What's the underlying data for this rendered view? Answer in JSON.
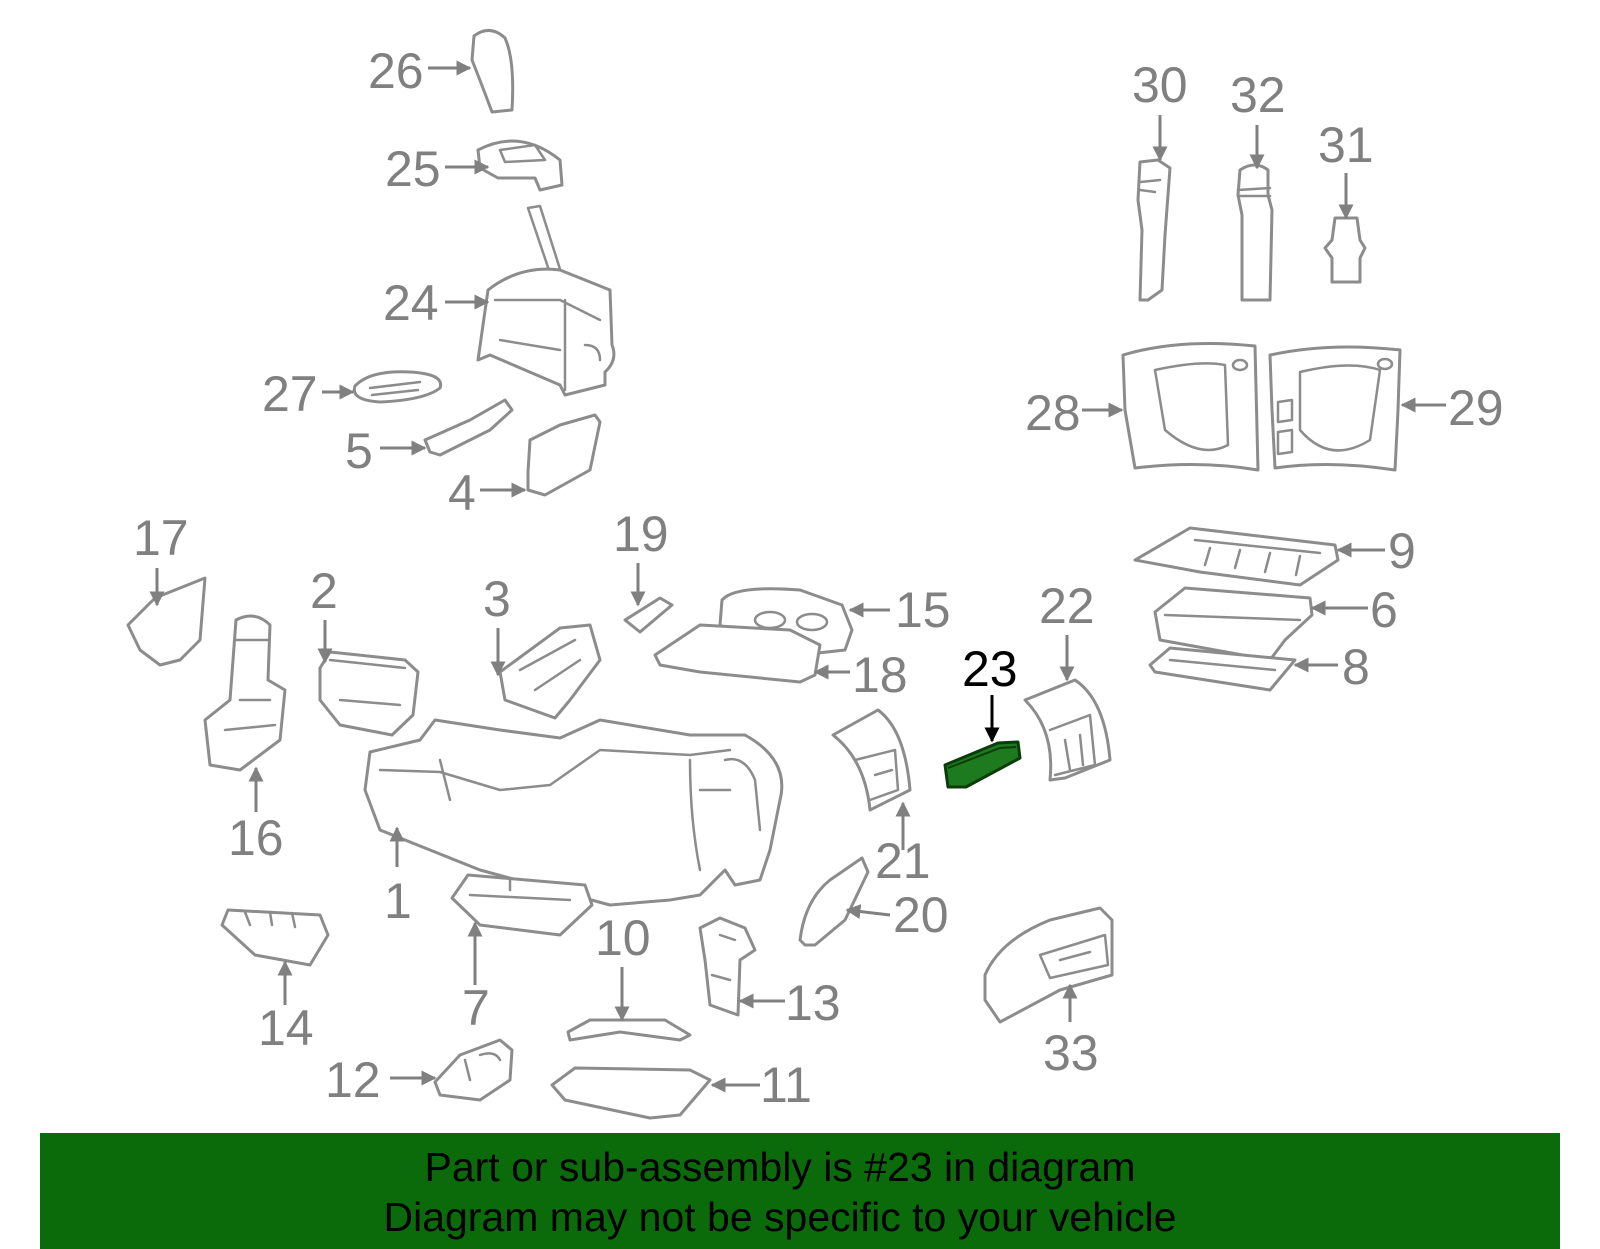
{
  "diagram": {
    "highlight_color": "#1e7a1e",
    "part_color": "#8c8c8c",
    "callouts": [
      "1",
      "2",
      "3",
      "4",
      "5",
      "6",
      "7",
      "8",
      "9",
      "10",
      "11",
      "12",
      "13",
      "14",
      "15",
      "16",
      "17",
      "18",
      "19",
      "20",
      "21",
      "22",
      "23",
      "24",
      "25",
      "26",
      "27",
      "28",
      "29",
      "30",
      "31",
      "32",
      "33"
    ],
    "highlighted_part": "23"
  },
  "banner": {
    "color": "#0b6b0b",
    "line1": "Part or sub-assembly is #23 in diagram",
    "line2": "Diagram may not be specific to your vehicle"
  }
}
